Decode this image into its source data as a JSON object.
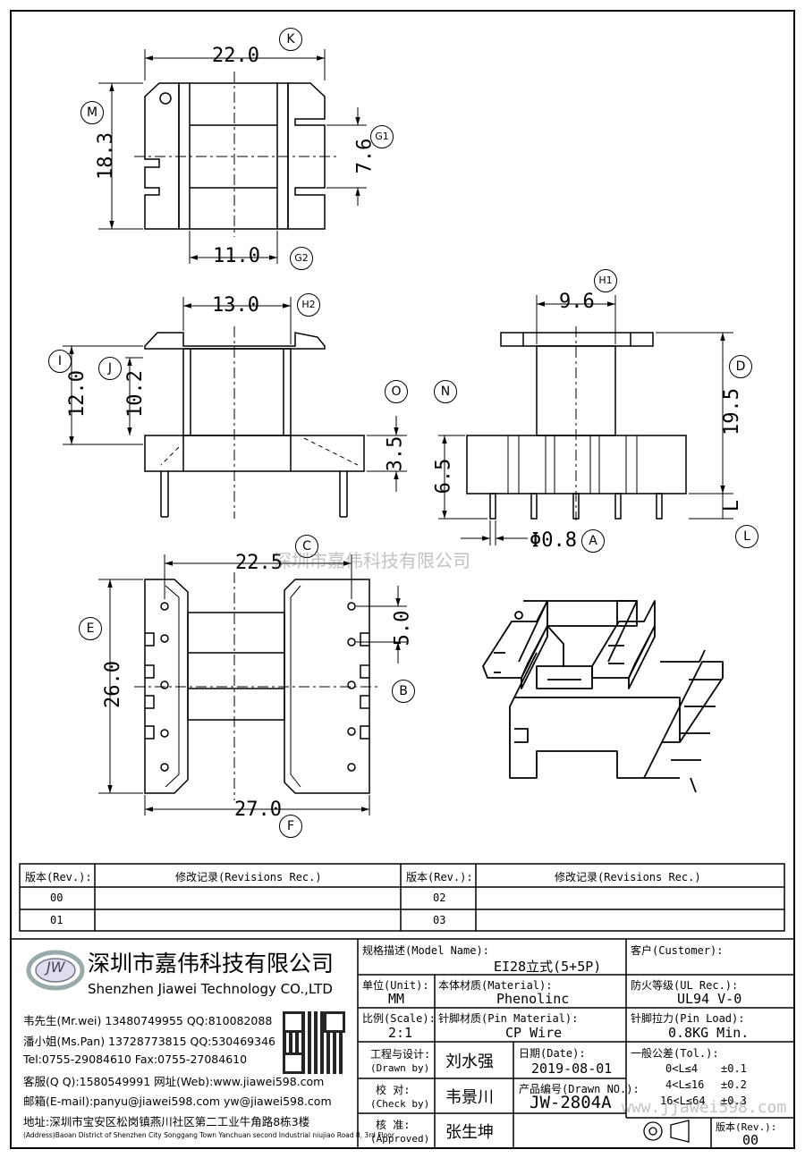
{
  "dimensions": {
    "top_width": "22.0",
    "top_height": "18.3",
    "top_gap": "7.6",
    "top_base": "11.0",
    "front_width": "13.0",
    "front_height": "12.0",
    "front_inner": "10.2",
    "front_base": "3.5",
    "side_width": "9.6",
    "side_height": "19.5",
    "side_base": "6.5",
    "side_pin_length": "L",
    "pin_dia": "Φ0.8",
    "bottom_width": "22.5",
    "bottom_height": "26.0",
    "bottom_pitch": "5.0",
    "bottom_overall": "27.0"
  },
  "labels": {
    "K": "K",
    "M": "M",
    "G1": "G1",
    "G2": "G2",
    "H2": "H2",
    "H1": "H1",
    "I": "I",
    "J": "J",
    "O": "O",
    "N": "N",
    "D": "D",
    "L": "L",
    "A": "A",
    "C": "C",
    "E": "E",
    "B": "B",
    "F": "F"
  },
  "watermark_center": "深圳市嘉伟科技有限公司",
  "watermark_corner": "www.jjawei598.com",
  "revision_table": {
    "headers": [
      "版本(Rev.):",
      "修改记录(Revisions Rec.)",
      "版本(Rev.):",
      "修改记录(Revisions Rec.)"
    ],
    "rows": [
      [
        "00",
        "",
        "02",
        ""
      ],
      [
        "01",
        "",
        "03",
        ""
      ]
    ]
  },
  "company": {
    "logo_text": "JW",
    "name_cn": "深圳市嘉伟科技有限公司",
    "name_en": "Shenzhen Jiawei Technology CO.,LTD",
    "contacts": [
      "韦先生(Mr.wei) 13480749955 QQ:810082088",
      "潘小姐(Ms.Pan) 13728773815 QQ:530469346",
      "Tel:0755-29084610        Fax:0755-27084610",
      "客服(Q Q):1580549991   网址(Web):www.jiawei598.com",
      "邮箱(E-mail):panyu@jiawei598.com  yw@jiawei598.com"
    ],
    "address_cn": "地址:深圳市宝安区松岗镇燕川社区第二工业牛角路8栋3楼",
    "address_en": "(Address)Baoan District of Shenzhen City Songgang Town Yanchuan  second Industrial niujiao Road 8, 3rd Floor"
  },
  "title_block": {
    "model_label": "规格描述(Model Name):",
    "model_value": "EI28立式(5+5P)",
    "customer_label": "客户(Customer):",
    "customer_value": "",
    "unit_label": "单位(Unit):",
    "unit_value": "MM",
    "material_label": "本体材质(Material):",
    "material_value": "Phenolinc",
    "ul_label": "防火等级(UL Rec.):",
    "ul_value": "UL94 V-0",
    "scale_label": "比例(Scale):",
    "scale_value": "2:1",
    "pin_material_label": "针脚材质(Pin Material):",
    "pin_material_value": "CP Wire",
    "pin_load_label": "针脚拉力(Pin Load):",
    "pin_load_value": "0.8KG Min.",
    "drawn_label_cn": "工程与设计:",
    "drawn_label_en": "(Drawn by)",
    "drawn_value": "刘水强",
    "date_label": "日期(Date):",
    "date_value": "2019-08-01",
    "tol_label": "一般公差(Tol.):",
    "tol_rows": [
      [
        "0<L≤4",
        "±0.1"
      ],
      [
        "4<L≤16",
        "±0.2"
      ],
      [
        "16<L≤64",
        "±0.3"
      ]
    ],
    "check_label_cn": "校  对:",
    "check_label_en": "(Check by)",
    "check_value": "韦景川",
    "drawn_no_label": "产品编号(Drawn NO.):",
    "drawn_no_value": "JW-2804A",
    "approved_label_cn": "核  准:",
    "approved_label_en": "(Approved)",
    "approved_value": "张生坤",
    "rev_label": "版本(Rev.):",
    "rev_value": "00"
  }
}
